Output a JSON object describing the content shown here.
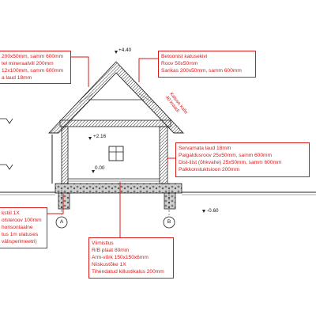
{
  "levels": {
    "ridge": "+4.40",
    "upper": "+2.16",
    "floor": "0.00",
    "ground": "-0.60"
  },
  "axes": {
    "a": "A",
    "b": "B"
  },
  "slope_note": {
    "line1": "Katuse kalle",
    "line2": "40 kraadi"
  },
  "callouts": {
    "roof_left": [
      "200x50mm, samm 600mm",
      "tel mineraalvill 200mm",
      "12x100mm, samm 600mm",
      "a laud 18mm"
    ],
    "roof_right": [
      "Betoonist katusekivi",
      "Roov 50x50mm",
      "Sarikas 200x50mm, samm 600mm"
    ],
    "wall": [
      "Servamata laud 18mm",
      "Paigaldusroov 25x50mm, samm 600mm",
      "Dist-liist (õhkvahe) 25x50mm, samm 600mm",
      "Palkkonstuktsioon 200mm"
    ],
    "foundation_left": [
      "kstiil 1X",
      "olsteroov 100mm",
      "horisontaalne",
      "tus 1m ulatuses",
      "välisperimeetri)"
    ],
    "floor": [
      "Viimistlus",
      "R/B plaat 80mm",
      "Arm-võrk 150x150x6mm",
      "Niiskustõke 1X",
      "Tihendatud killustikalus 200mm"
    ]
  },
  "colors": {
    "callout": "#d81a1a",
    "drawing": "#1a1a1a"
  }
}
